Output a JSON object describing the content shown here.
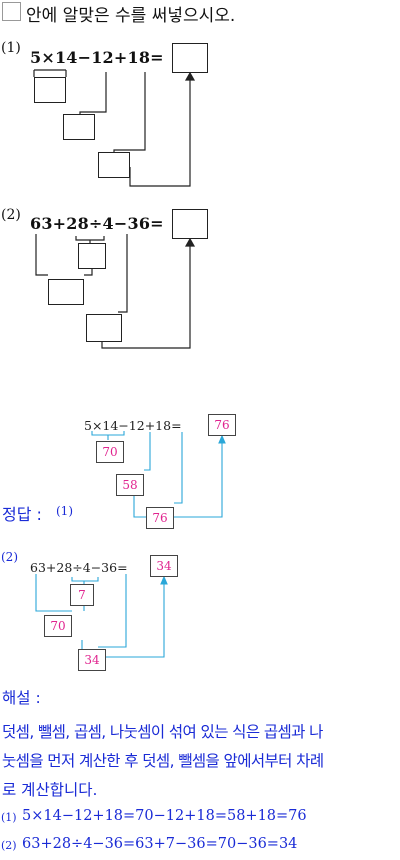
{
  "header": {
    "title": "안에 알맞은 수를 써넣으시오."
  },
  "problem1": {
    "label": "(1)",
    "expression": "5×14−12+18="
  },
  "problem2": {
    "label": "(2)",
    "expression": "63+28÷4−36="
  },
  "answer": {
    "label": "정답 :",
    "p1": {
      "label": "(1)",
      "expression": "5×14−12+18=",
      "final": "76",
      "step1": "70",
      "step2": "58",
      "step3": "76"
    },
    "p2": {
      "label": "(2)",
      "expression": "63+28÷4−36=",
      "final": "34",
      "step1": "7",
      "step2": "70",
      "step3": "34"
    }
  },
  "explanation": {
    "title": "해설 :",
    "line1": "덧셈, 뺄셈, 곱셈, 나눗셈이 섞여 있는 식은 곱셈과 나",
    "line2": "눗셈을 먼저 계산한 후 덧셈, 뺄셈을 앞에서부터 차례",
    "line3": "로 계산합니다.",
    "eq1_label": "(1)",
    "eq1": "5×14−12+18=70−12+18=58+18=76",
    "eq2_label": "(2)",
    "eq2": "63+28÷4−36=63+7−36=70−36=34"
  },
  "colors": {
    "connector_teal": "#2aa7d8",
    "answer_pink": "#e0248f",
    "solution_blue": "#1a2bd6"
  }
}
